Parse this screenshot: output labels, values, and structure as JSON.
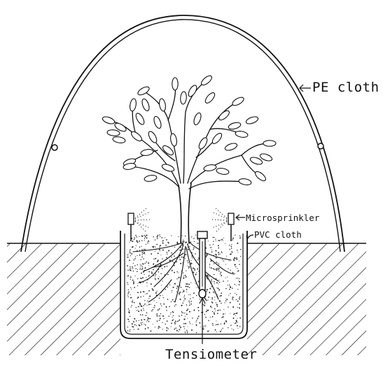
{
  "labels": {
    "pe_cloth": "PE cloth",
    "microsprinkler": "Microsprinkler",
    "pvc_cloth": "PVC cloth",
    "tensiometer": "Tensiometer"
  },
  "colors": {
    "ink": "#111111",
    "background": "#ffffff"
  }
}
